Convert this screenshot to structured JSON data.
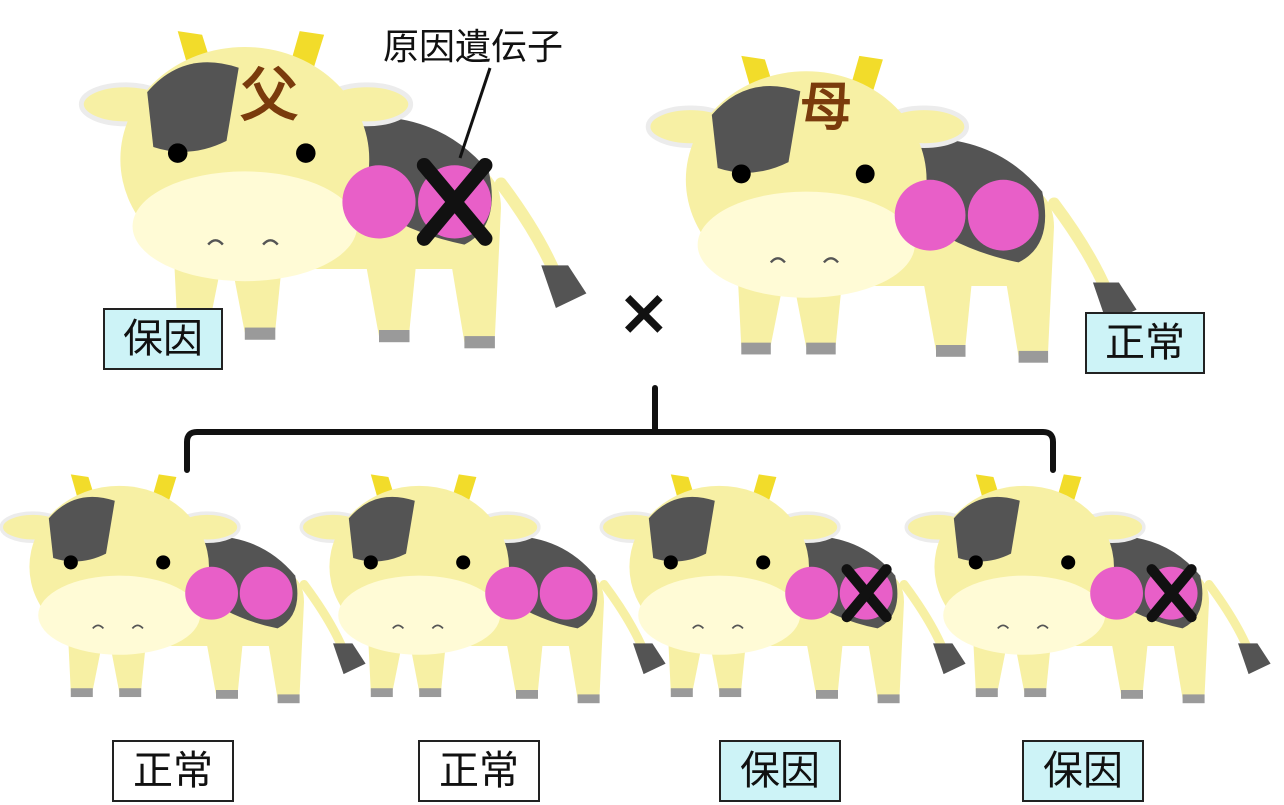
{
  "gene_callout": "原因遺伝子",
  "cross_symbol": "×",
  "parents": {
    "father": {
      "sex_mark": "父",
      "status": "保因",
      "carrier": true
    },
    "mother": {
      "sex_mark": "母",
      "status": "正常",
      "carrier": false
    }
  },
  "offspring": [
    {
      "status": "正常",
      "carrier": false
    },
    {
      "status": "正常",
      "carrier": false
    },
    {
      "status": "保因",
      "carrier": true
    },
    {
      "status": "保因",
      "carrier": true
    }
  ],
  "colors": {
    "cow_body": "#f7f0a4",
    "cow_spot": "#545454",
    "horn": "#f2dc2a",
    "gene_ball": "#e85fc8",
    "sex_mark": "#7a3b0c",
    "carrier_label_bg": "#cdf3f7",
    "normal_label_bg": "#ffffff",
    "mark": "#111111"
  }
}
